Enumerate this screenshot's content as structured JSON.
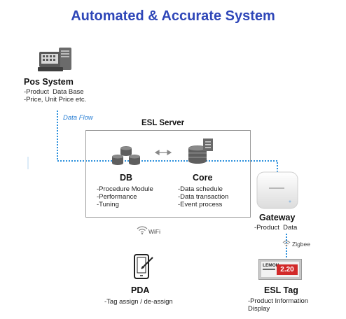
{
  "title": "Automated & Accurate System",
  "pos": {
    "label": "Pos System",
    "desc": "-Product  Data Base\n-Price, Unit Price etc."
  },
  "data_flow_label": "Data Flow",
  "server": {
    "label": "ESL Server"
  },
  "db": {
    "label": "DB",
    "desc": "-Procedure Module\n-Performance\n-Tuning"
  },
  "core": {
    "label": "Core",
    "desc": "-Data schedule\n-Data transaction\n-Event process"
  },
  "gateway": {
    "label": "Gateway",
    "desc": "-Product  Data"
  },
  "zigbee_label": "Zigbee",
  "wifi_label": "WiFi",
  "pda": {
    "label": "PDA",
    "desc": "-Tag assign / de-assign"
  },
  "esl_tag": {
    "label": "ESL Tag",
    "desc": "-Product Information\nDisplay",
    "screen_brand": "LEMON",
    "screen_price": "2.20"
  },
  "colors": {
    "title": "#2e46b8",
    "flow": "#2a7fd4"
  }
}
